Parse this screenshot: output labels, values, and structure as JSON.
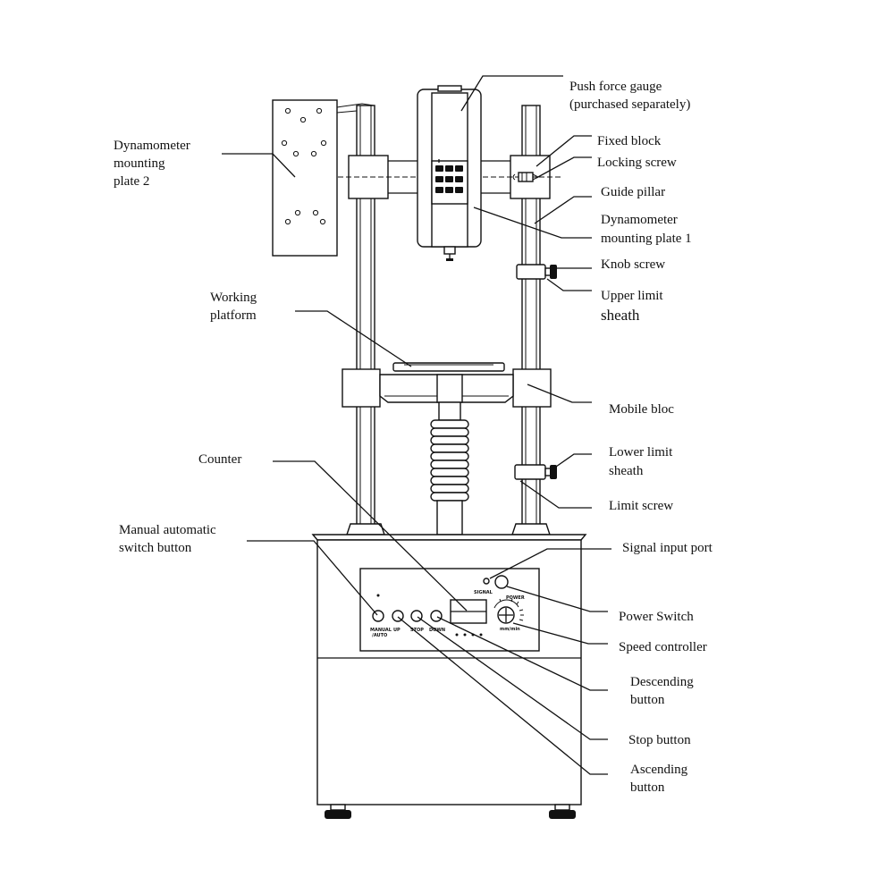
{
  "labels": {
    "push_force_gauge": [
      "Push force gauge",
      "(purchased separately)"
    ],
    "dynamometer_plate_2": [
      "Dynamometer",
      "mounting",
      "plate 2"
    ],
    "fixed_block": "Fixed block",
    "locking_screw": "Locking screw",
    "guide_pillar": "Guide pillar",
    "dynamometer_plate_1": [
      "Dynamometer",
      "mounting plate 1"
    ],
    "knob_screw": "Knob screw",
    "upper_limit_sheath": [
      "Upper limit",
      "sheath"
    ],
    "working_platform": [
      "Working",
      "platform"
    ],
    "mobile_block": "Mobile bloc",
    "counter": "Counter",
    "lower_limit_sheath": [
      "Lower limit",
      "sheath"
    ],
    "limit_screw": "Limit screw",
    "manual_auto_switch": [
      "Manual automatic",
      "switch button"
    ],
    "signal_input_port": "Signal input port",
    "power_switch": "Power Switch",
    "speed_controller": "Speed controller",
    "descending_button": [
      "Descending",
      "button"
    ],
    "stop_button": "Stop button",
    "ascending_button": [
      "Ascending",
      "button"
    ]
  },
  "panel": {
    "signal": "SIGNAL",
    "power": "POWER",
    "manual_auto": [
      "MANUAL",
      "/AUTO"
    ],
    "up": "UP",
    "stop": "STOP",
    "down": "DOWN",
    "speed_unit": "mm/min"
  }
}
